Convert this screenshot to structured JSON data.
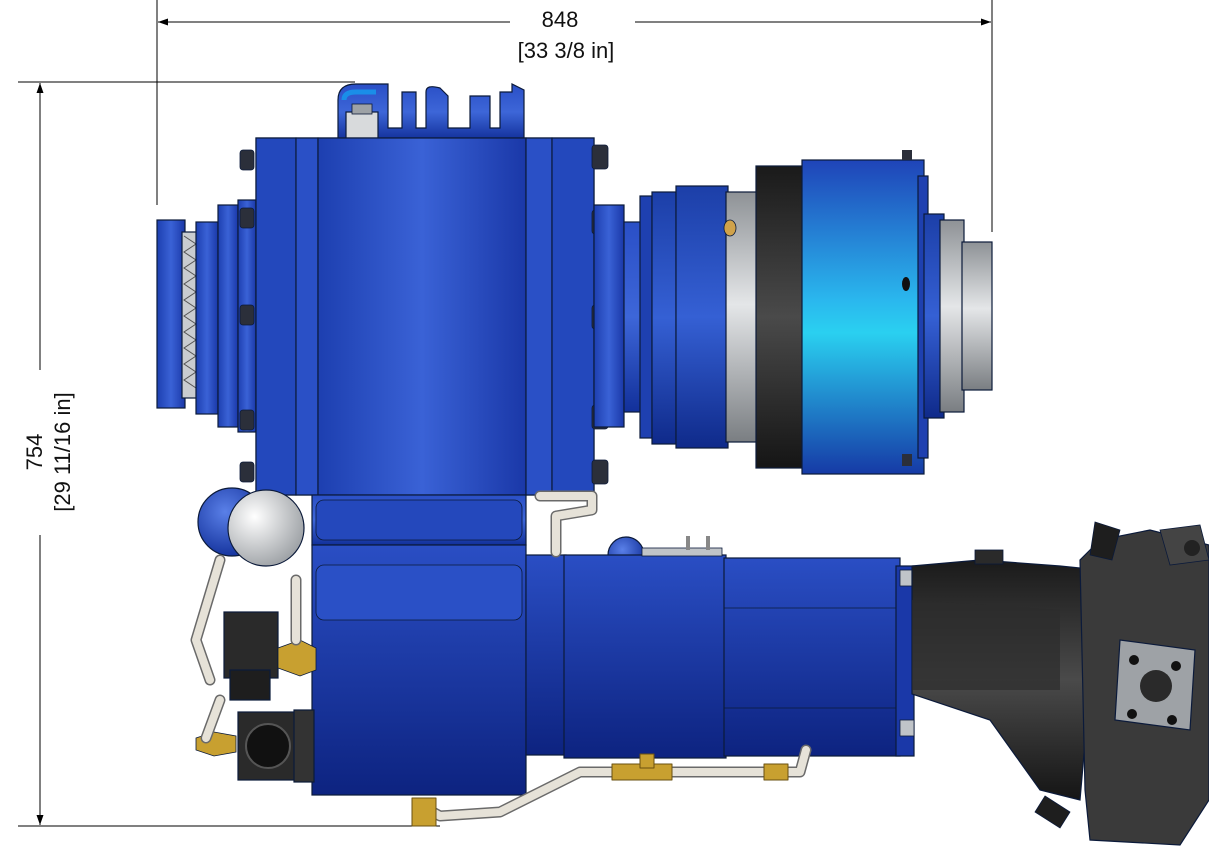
{
  "dimensions": {
    "width": {
      "value": "848",
      "imperial": "[33 3/8 in]"
    },
    "height": {
      "value": "754",
      "imperial": "[29 11/16 in]"
    }
  },
  "colors": {
    "housing_blue": "#2f55c8",
    "housing_dark": "#0f2a8a",
    "highlight_cyan": "#2ad0f0",
    "steel": "#b8bcc0",
    "black_part": "#2a2a2a",
    "pipe": "#e6e2d8",
    "brass": "#c8a030"
  }
}
